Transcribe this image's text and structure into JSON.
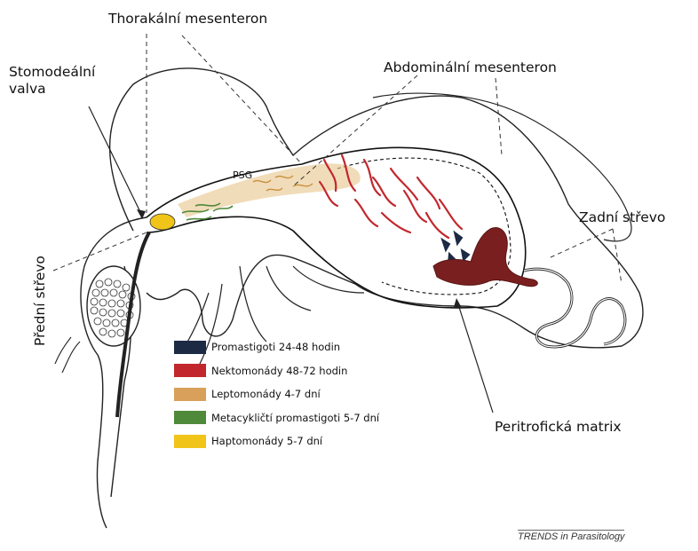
{
  "labels": {
    "thorakalni": "Thorakální mesenteron",
    "stomodealni": "Stomodeální valva",
    "abdominalni": "Abdominální mesenteron",
    "zadni": "Zadní střevo",
    "predni": "Přední střevo",
    "peritroficka": "Peritrofická matrix",
    "psg": "PSG"
  },
  "legend": [
    {
      "label": "Promastigoti 24-48 hodin",
      "color": "#1c2a44"
    },
    {
      "label": "Nektomonády 48-72 hodin",
      "color": "#c2272d"
    },
    {
      "label": "Leptomonády 4-7 dní",
      "color": "#d8a05a"
    },
    {
      "label": "Metacykličtí promastigoti 5-7 dní",
      "color": "#4f8a3a"
    },
    {
      "label": "Haptomonády 5-7 dní",
      "color": "#f0c419"
    }
  ],
  "credit": "TRENDS in Parasitology"
}
